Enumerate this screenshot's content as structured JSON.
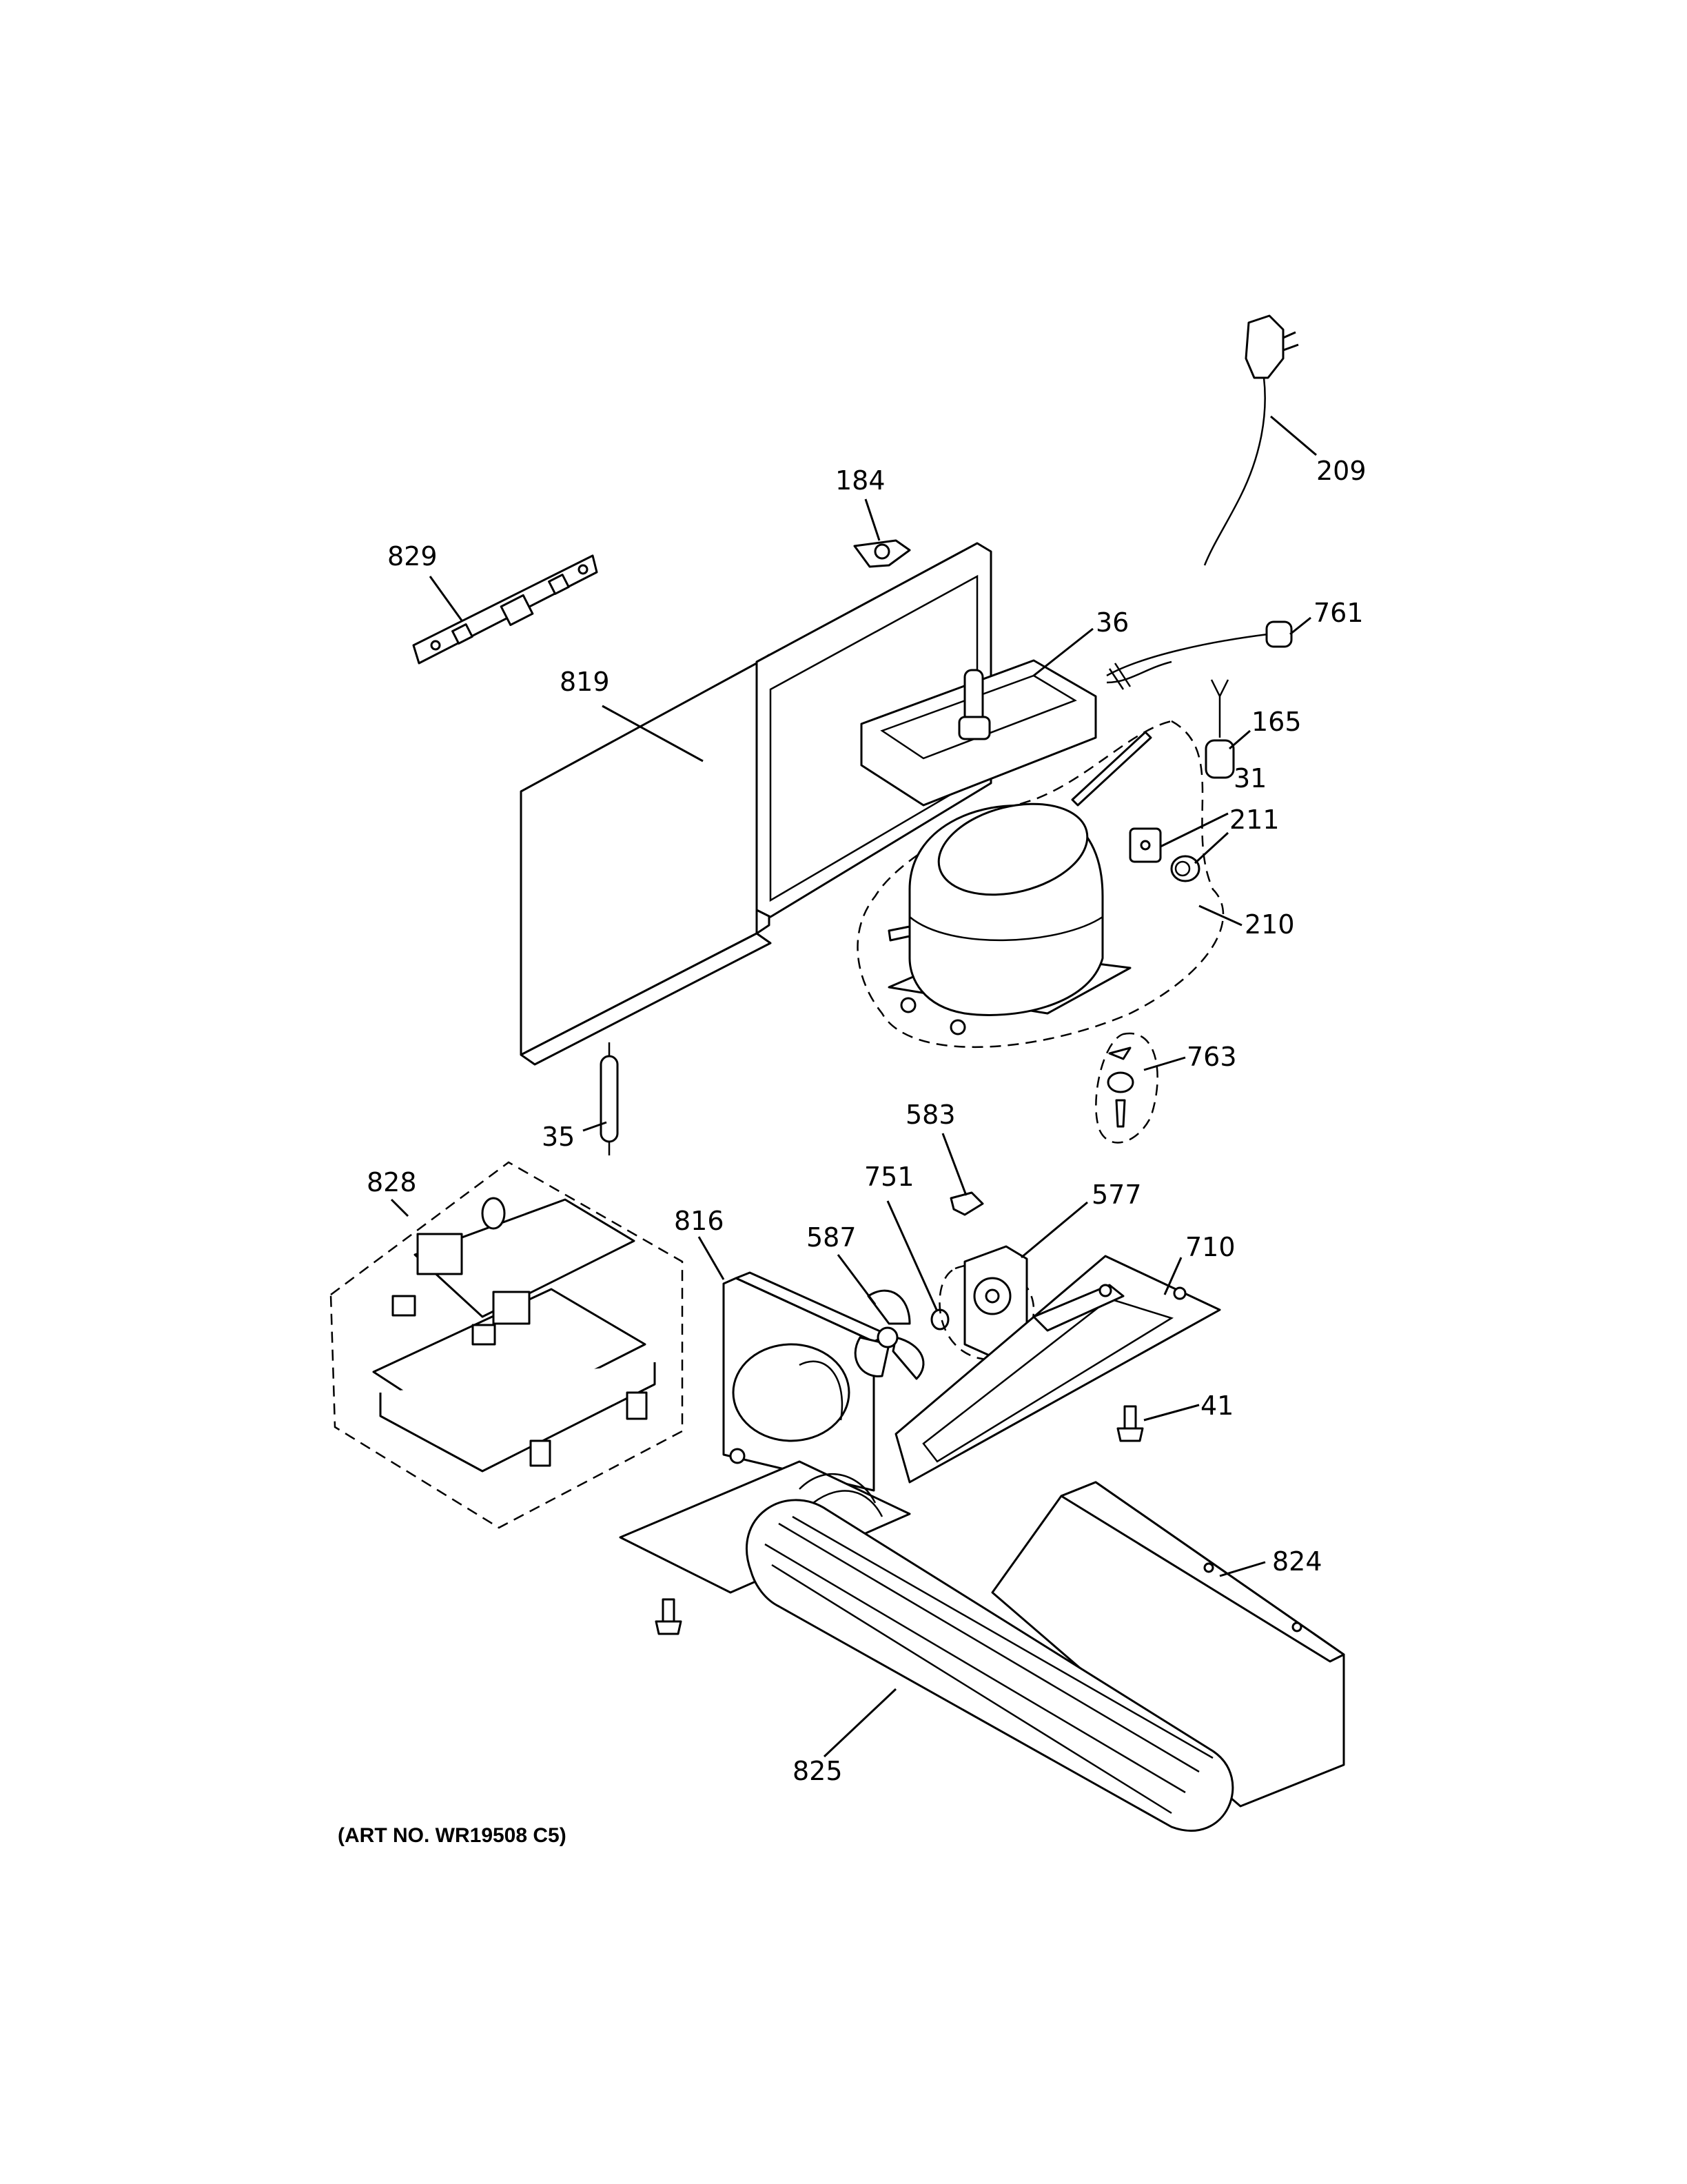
{
  "art_number": "(ART NO. WR19508 C5)",
  "callouts": [
    {
      "id": "209",
      "label": "209"
    },
    {
      "id": "184",
      "label": "184"
    },
    {
      "id": "829",
      "label": "829"
    },
    {
      "id": "761",
      "label": "761"
    },
    {
      "id": "36",
      "label": "36"
    },
    {
      "id": "819",
      "label": "819"
    },
    {
      "id": "165",
      "label": "165"
    },
    {
      "id": "31",
      "label": "31"
    },
    {
      "id": "211",
      "label": "211"
    },
    {
      "id": "210",
      "label": "210"
    },
    {
      "id": "763",
      "label": "763"
    },
    {
      "id": "35",
      "label": "35"
    },
    {
      "id": "583",
      "label": "583"
    },
    {
      "id": "751",
      "label": "751"
    },
    {
      "id": "828",
      "label": "828"
    },
    {
      "id": "577",
      "label": "577"
    },
    {
      "id": "816",
      "label": "816"
    },
    {
      "id": "587",
      "label": "587"
    },
    {
      "id": "710",
      "label": "710"
    },
    {
      "id": "41",
      "label": "41"
    },
    {
      "id": "824",
      "label": "824"
    },
    {
      "id": "825",
      "label": "825"
    }
  ]
}
